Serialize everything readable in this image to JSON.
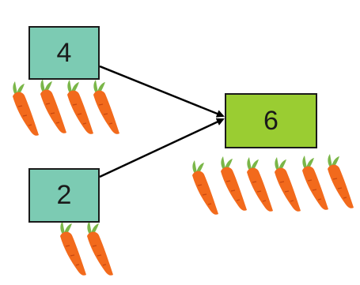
{
  "diagram": {
    "input_top": {
      "value": "4",
      "carrot_count": 4
    },
    "input_bottom": {
      "value": "2",
      "carrot_count": 2
    },
    "result": {
      "value": "6",
      "carrot_count": 6
    }
  },
  "colors": {
    "input_box_fill": "#7ccbb3",
    "result_box_fill": "#9acd32",
    "carrot_orange": "#f26a1c",
    "carrot_leaves": "#7ab648",
    "arrow": "#000000"
  },
  "icons": {
    "carrot": "carrot-icon",
    "arrow": "arrow-right"
  }
}
